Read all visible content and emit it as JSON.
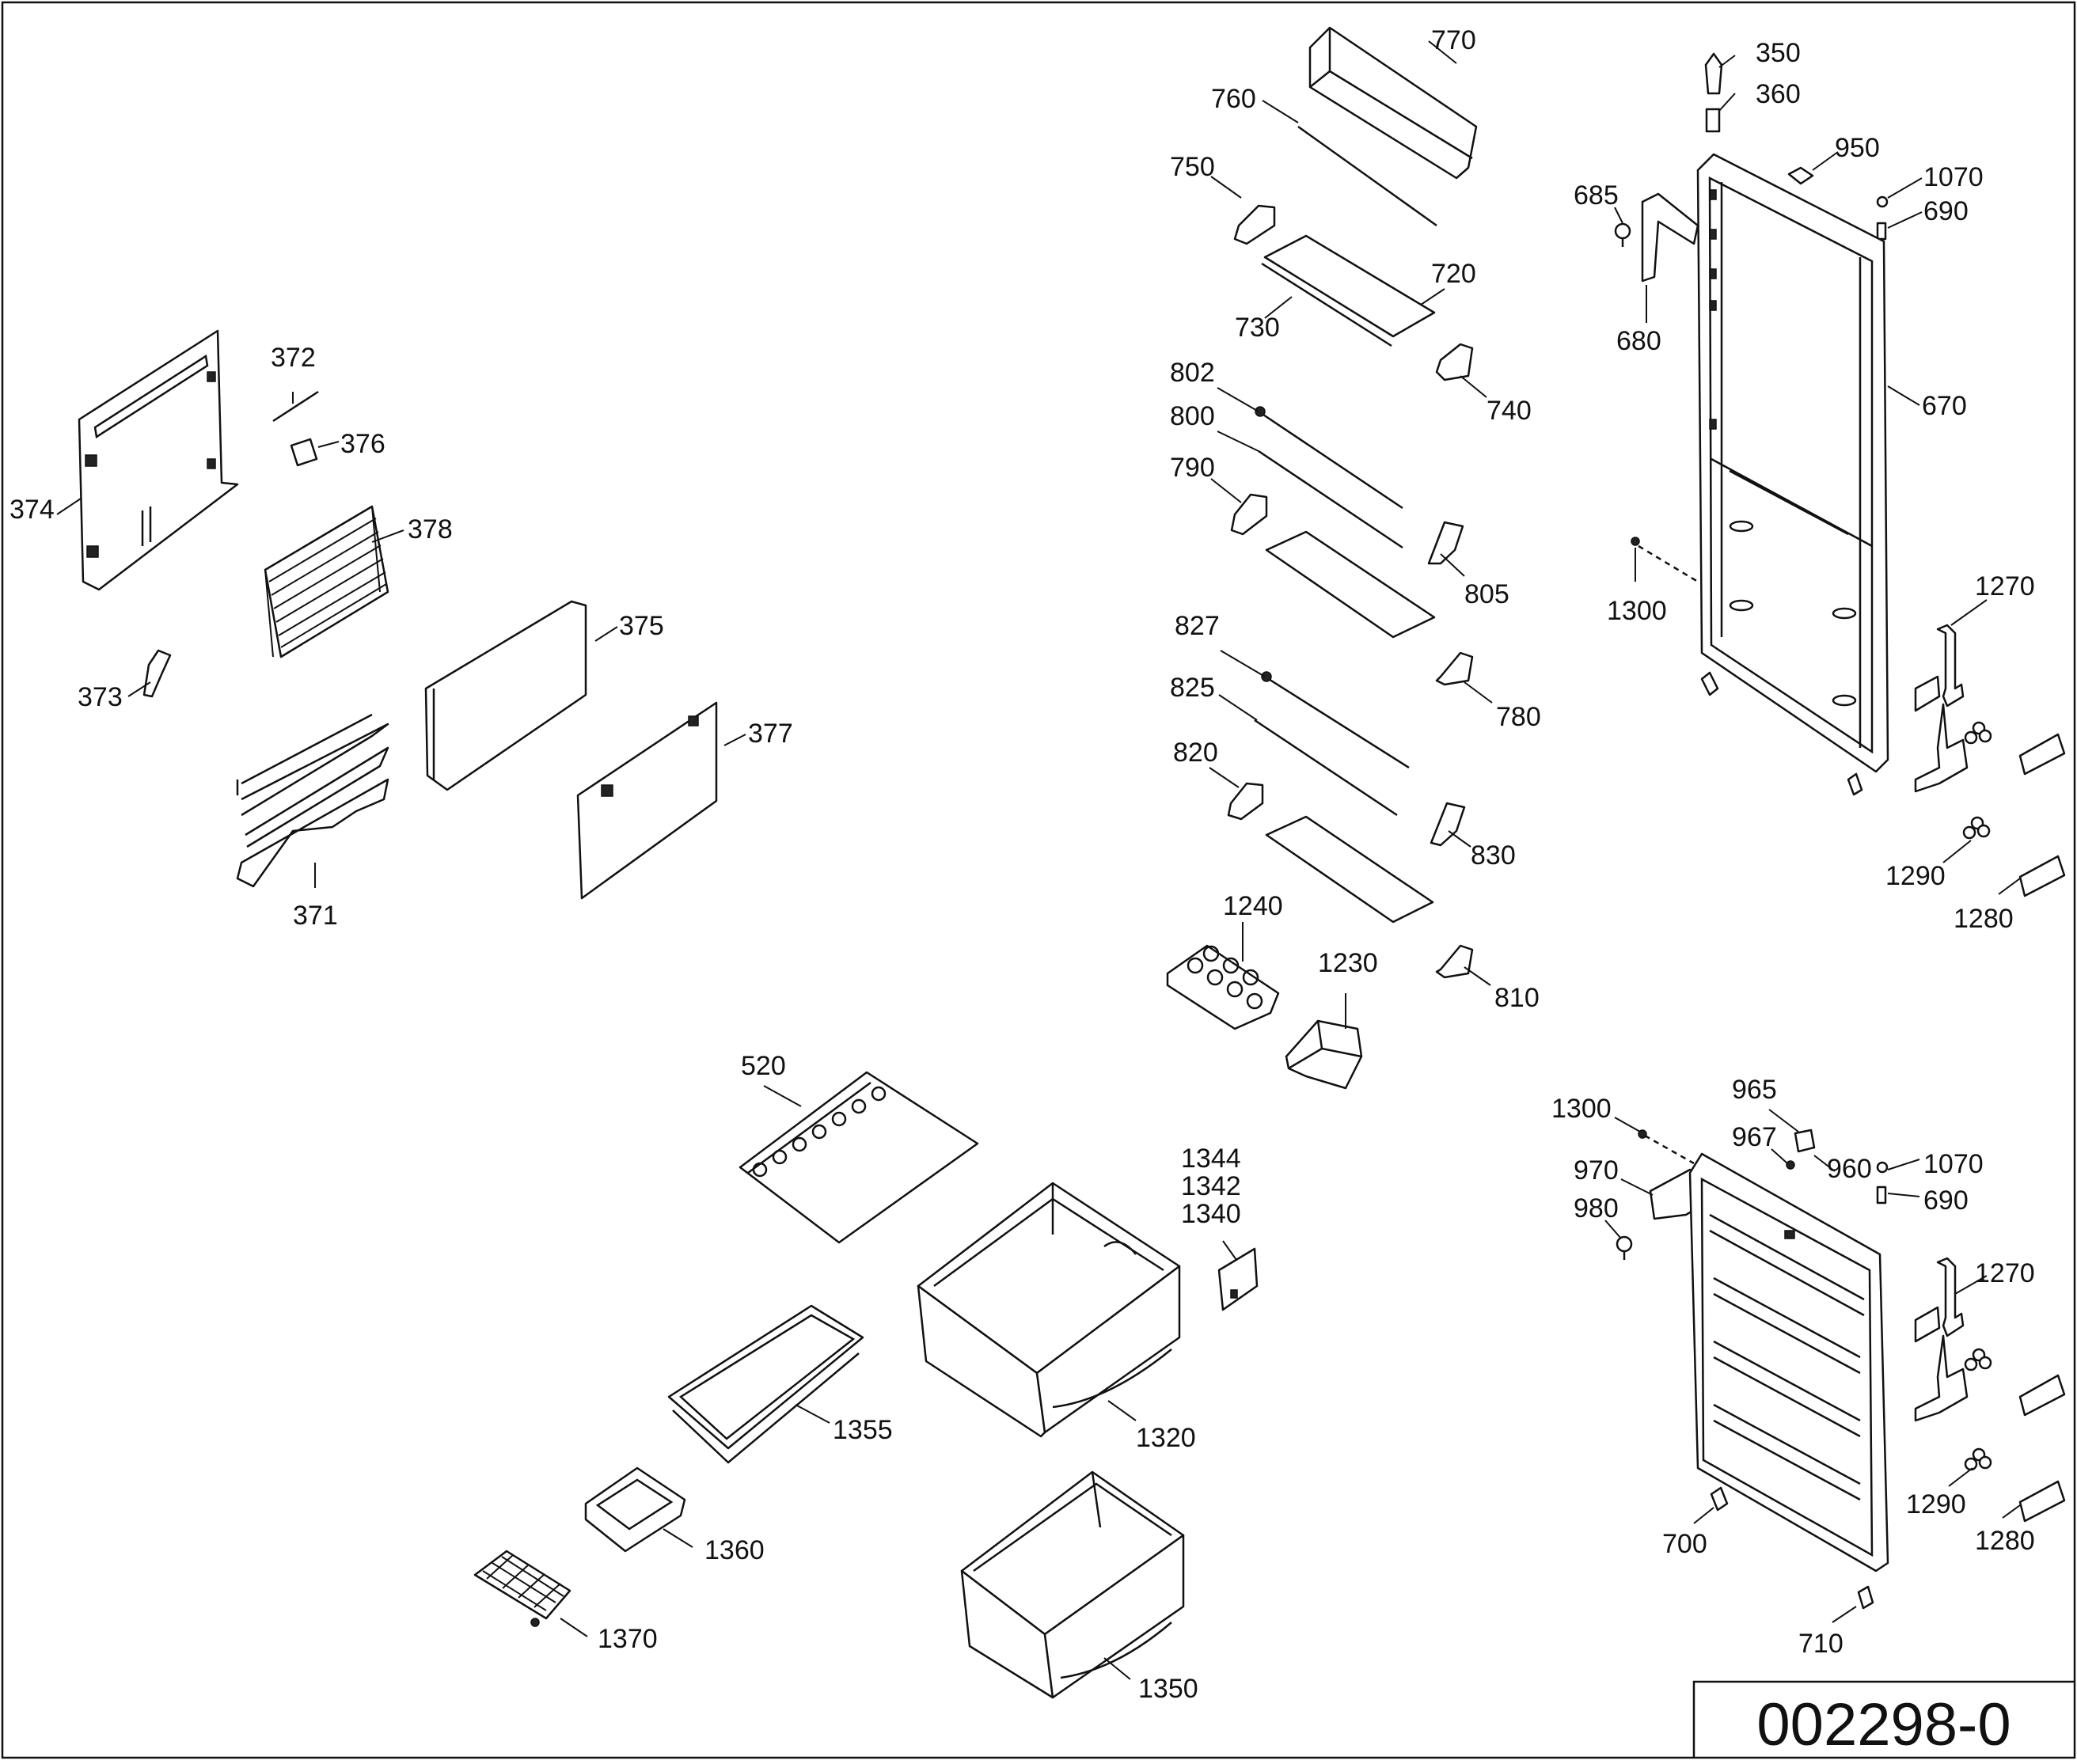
{
  "drawing_number": "002298-0",
  "labels": [
    {
      "id": "l770",
      "text": "770"
    },
    {
      "id": "l760",
      "text": "760"
    },
    {
      "id": "l750",
      "text": "750"
    },
    {
      "id": "l720",
      "text": "720"
    },
    {
      "id": "l730",
      "text": "730"
    },
    {
      "id": "l740",
      "text": "740"
    },
    {
      "id": "l802",
      "text": "802"
    },
    {
      "id": "l800",
      "text": "800"
    },
    {
      "id": "l790",
      "text": "790"
    },
    {
      "id": "l805",
      "text": "805"
    },
    {
      "id": "l780",
      "text": "780"
    },
    {
      "id": "l827",
      "text": "827"
    },
    {
      "id": "l825",
      "text": "825"
    },
    {
      "id": "l820",
      "text": "820"
    },
    {
      "id": "l830",
      "text": "830"
    },
    {
      "id": "l810",
      "text": "810"
    },
    {
      "id": "l1240",
      "text": "1240"
    },
    {
      "id": "l1230",
      "text": "1230"
    },
    {
      "id": "l350",
      "text": "350"
    },
    {
      "id": "l360",
      "text": "360"
    },
    {
      "id": "l950",
      "text": "950"
    },
    {
      "id": "l685",
      "text": "685"
    },
    {
      "id": "l1070a",
      "text": "1070"
    },
    {
      "id": "l690a",
      "text": "690"
    },
    {
      "id": "l680",
      "text": "680"
    },
    {
      "id": "l670",
      "text": "670"
    },
    {
      "id": "l1300a",
      "text": "1300"
    },
    {
      "id": "l1270a",
      "text": "1270"
    },
    {
      "id": "l1290a",
      "text": "1290"
    },
    {
      "id": "l1280a",
      "text": "1280"
    },
    {
      "id": "l372",
      "text": "372"
    },
    {
      "id": "l376",
      "text": "376"
    },
    {
      "id": "l374",
      "text": "374"
    },
    {
      "id": "l378",
      "text": "378"
    },
    {
      "id": "l375",
      "text": "375"
    },
    {
      "id": "l373",
      "text": "373"
    },
    {
      "id": "l377",
      "text": "377"
    },
    {
      "id": "l371",
      "text": "371"
    },
    {
      "id": "l520",
      "text": "520"
    },
    {
      "id": "l1344",
      "text": "1344"
    },
    {
      "id": "l1342",
      "text": "1342"
    },
    {
      "id": "l1340",
      "text": "1340"
    },
    {
      "id": "l1355",
      "text": "1355"
    },
    {
      "id": "l1320",
      "text": "1320"
    },
    {
      "id": "l1360",
      "text": "1360"
    },
    {
      "id": "l1370",
      "text": "1370"
    },
    {
      "id": "l1350",
      "text": "1350"
    },
    {
      "id": "l1300b",
      "text": "1300"
    },
    {
      "id": "l965",
      "text": "965"
    },
    {
      "id": "l967",
      "text": "967"
    },
    {
      "id": "l960",
      "text": "960"
    },
    {
      "id": "l970",
      "text": "970"
    },
    {
      "id": "l980",
      "text": "980"
    },
    {
      "id": "l1070b",
      "text": "1070"
    },
    {
      "id": "l690b",
      "text": "690"
    },
    {
      "id": "l1270b",
      "text": "1270"
    },
    {
      "id": "l1290b",
      "text": "1290"
    },
    {
      "id": "l1280b",
      "text": "1280"
    },
    {
      "id": "l700",
      "text": "700"
    },
    {
      "id": "l710",
      "text": "710"
    }
  ]
}
